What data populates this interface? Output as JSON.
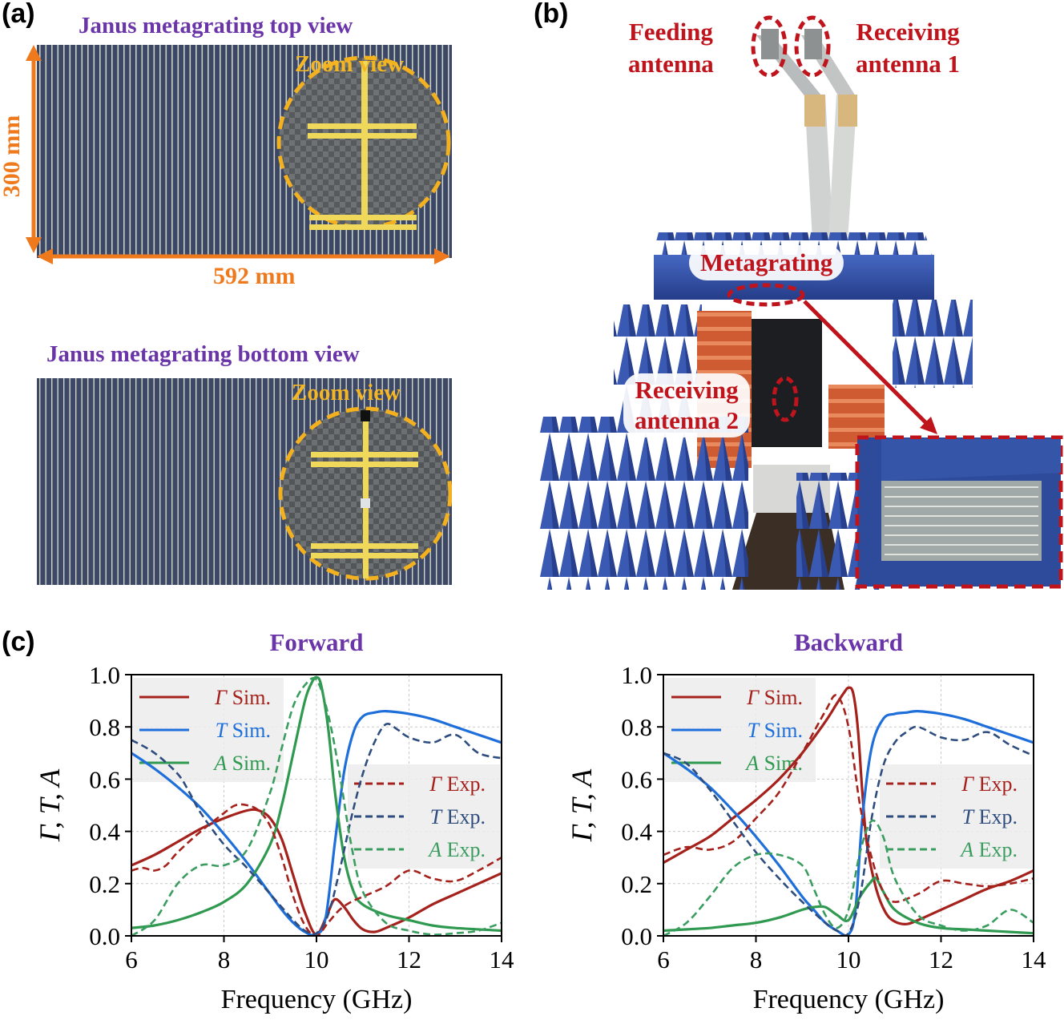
{
  "panel_labels": {
    "a": "(a)",
    "b": "(b)",
    "c": "(c)"
  },
  "panel_a": {
    "top_title": "Janus metagrating top view",
    "bottom_title": "Janus metagrating bottom view",
    "zoom_label": "Zoom view",
    "height_label": "300 mm",
    "width_label": "592 mm",
    "colors": {
      "substrate": "#3d4a66",
      "strip": "#d8dccd",
      "gold": "#efd85a",
      "zoom_ring": "#f4b11f",
      "dimension": "#ef7a1e"
    }
  },
  "panel_b": {
    "feeding_antenna": [
      "Feeding",
      "antenna"
    ],
    "receiving_antenna_1": [
      "Receiving",
      "antenna 1"
    ],
    "metagrating": "Metagrating",
    "receiving_antenna_2": [
      "Receiving",
      "antenna 2"
    ],
    "colors": {
      "absorber": "#3552a6",
      "absorber_dark": "#22357a",
      "orange_absorber": "#d8653b",
      "marker": "#c0141d"
    }
  },
  "chart_data": [
    {
      "type": "line",
      "title": "Forward",
      "xlabel": "Frequency (GHz)",
      "ylabel": "Γ, T, A",
      "xlim": [
        6,
        14
      ],
      "ylim": [
        0,
        1
      ],
      "xticks": [
        6,
        8,
        10,
        12,
        14
      ],
      "yticks": [
        0.0,
        0.2,
        0.4,
        0.6,
        0.8,
        1.0
      ],
      "grid": true,
      "legend_sim": "top-left",
      "legend_exp": "right-middle",
      "series": [
        {
          "sym": "Γ",
          "tag": "Sim.",
          "color": "#a5211c",
          "dash": false,
          "x": [
            6,
            6.5,
            7,
            7.5,
            8,
            8.5,
            8.75,
            9,
            9.25,
            9.5,
            9.75,
            10,
            10.25,
            10.4,
            10.6,
            10.8,
            11,
            11.25,
            11.5,
            12,
            12.5,
            13,
            13.5,
            14
          ],
          "y": [
            0.27,
            0.31,
            0.36,
            0.41,
            0.45,
            0.48,
            0.48,
            0.45,
            0.37,
            0.23,
            0.09,
            0.005,
            0.09,
            0.14,
            0.11,
            0.06,
            0.025,
            0.015,
            0.03,
            0.07,
            0.12,
            0.16,
            0.2,
            0.24
          ]
        },
        {
          "sym": "T",
          "tag": "Sim.",
          "color": "#1f6fdb",
          "dash": false,
          "x": [
            6,
            6.5,
            7,
            7.5,
            8,
            8.5,
            9,
            9.25,
            9.5,
            9.75,
            10,
            10.2,
            10.4,
            10.6,
            10.8,
            11,
            11.25,
            11.5,
            12,
            12.5,
            13,
            13.5,
            14
          ],
          "y": [
            0.7,
            0.64,
            0.57,
            0.49,
            0.39,
            0.28,
            0.16,
            0.1,
            0.05,
            0.015,
            0.005,
            0.07,
            0.36,
            0.63,
            0.78,
            0.84,
            0.855,
            0.86,
            0.85,
            0.83,
            0.8,
            0.77,
            0.74
          ]
        },
        {
          "sym": "A",
          "tag": "Sim.",
          "color": "#2f9950",
          "dash": false,
          "x": [
            6,
            6.5,
            7,
            7.5,
            8,
            8.5,
            9,
            9.25,
            9.5,
            9.75,
            9.9,
            10,
            10.1,
            10.25,
            10.4,
            10.6,
            10.8,
            11,
            11.5,
            12,
            12.5,
            13,
            14
          ],
          "y": [
            0.03,
            0.04,
            0.06,
            0.09,
            0.13,
            0.2,
            0.35,
            0.5,
            0.7,
            0.9,
            0.97,
            0.99,
            0.96,
            0.8,
            0.55,
            0.3,
            0.17,
            0.12,
            0.08,
            0.06,
            0.04,
            0.03,
            0.02
          ]
        },
        {
          "sym": "Γ",
          "tag": "Exp.",
          "color": "#a5211c",
          "dash": true,
          "x": [
            6,
            6.25,
            6.5,
            6.75,
            7,
            7.5,
            8,
            8.25,
            8.5,
            8.75,
            9,
            9.25,
            9.5,
            9.75,
            10,
            10.25,
            10.5,
            10.75,
            11,
            11.5,
            12,
            12.5,
            13,
            13.5,
            14
          ],
          "y": [
            0.25,
            0.26,
            0.25,
            0.27,
            0.32,
            0.4,
            0.47,
            0.5,
            0.5,
            0.48,
            0.42,
            0.3,
            0.15,
            0.04,
            0.0,
            0.05,
            0.1,
            0.13,
            0.15,
            0.19,
            0.25,
            0.22,
            0.21,
            0.25,
            0.3
          ]
        },
        {
          "sym": "T",
          "tag": "Exp.",
          "color": "#2e4d7e",
          "dash": true,
          "x": [
            6,
            6.5,
            7,
            7.25,
            7.5,
            8,
            8.5,
            9,
            9.5,
            9.75,
            10,
            10.25,
            10.5,
            10.75,
            11,
            11.25,
            11.5,
            11.75,
            12,
            12.5,
            13,
            13.5,
            14
          ],
          "y": [
            0.75,
            0.7,
            0.62,
            0.55,
            0.47,
            0.35,
            0.26,
            0.16,
            0.06,
            0.02,
            0.01,
            0.08,
            0.25,
            0.45,
            0.62,
            0.74,
            0.81,
            0.79,
            0.76,
            0.74,
            0.77,
            0.7,
            0.68
          ]
        },
        {
          "sym": "A",
          "tag": "Exp.",
          "color": "#3a9d5f",
          "dash": true,
          "x": [
            6,
            6.5,
            7,
            7.5,
            8,
            8.5,
            9,
            9.25,
            9.5,
            9.75,
            10,
            10.25,
            10.5,
            10.75,
            11,
            11.5,
            12,
            12.5,
            13,
            13.5,
            14
          ],
          "y": [
            0.0,
            0.06,
            0.2,
            0.27,
            0.27,
            0.33,
            0.55,
            0.72,
            0.88,
            0.96,
            0.98,
            0.85,
            0.62,
            0.35,
            0.17,
            0.05,
            0.02,
            0.005,
            0.01,
            0.02,
            0.05
          ]
        }
      ]
    },
    {
      "type": "line",
      "title": "Backward",
      "xlabel": "Frequency (GHz)",
      "ylabel": "Γ, T, A",
      "xlim": [
        6,
        14
      ],
      "ylim": [
        0,
        1
      ],
      "xticks": [
        6,
        8,
        10,
        12,
        14
      ],
      "yticks": [
        0.0,
        0.2,
        0.4,
        0.6,
        0.8,
        1.0
      ],
      "grid": true,
      "legend_sim": "top-left",
      "legend_exp": "right-middle",
      "series": [
        {
          "sym": "Γ",
          "tag": "Sim.",
          "color": "#a5211c",
          "dash": false,
          "x": [
            6,
            6.5,
            7,
            7.5,
            8,
            8.5,
            9,
            9.5,
            9.75,
            9.9,
            10,
            10.1,
            10.2,
            10.3,
            10.4,
            10.6,
            10.8,
            11,
            11.25,
            11.5,
            12,
            12.5,
            13,
            13.5,
            14
          ],
          "y": [
            0.28,
            0.33,
            0.38,
            0.45,
            0.52,
            0.6,
            0.7,
            0.82,
            0.89,
            0.93,
            0.95,
            0.93,
            0.8,
            0.55,
            0.35,
            0.18,
            0.09,
            0.055,
            0.045,
            0.06,
            0.1,
            0.14,
            0.18,
            0.21,
            0.25
          ]
        },
        {
          "sym": "T",
          "tag": "Sim.",
          "color": "#1f6fdb",
          "dash": false,
          "x": [
            6,
            6.5,
            7,
            7.5,
            8,
            8.5,
            9,
            9.25,
            9.5,
            9.75,
            10,
            10.15,
            10.3,
            10.5,
            10.75,
            11,
            11.25,
            11.5,
            12,
            12.5,
            13,
            13.5,
            14
          ],
          "y": [
            0.7,
            0.64,
            0.57,
            0.48,
            0.38,
            0.27,
            0.15,
            0.1,
            0.05,
            0.02,
            0.005,
            0.1,
            0.45,
            0.72,
            0.83,
            0.85,
            0.855,
            0.86,
            0.85,
            0.83,
            0.8,
            0.77,
            0.74
          ]
        },
        {
          "sym": "A",
          "tag": "Sim.",
          "color": "#2f9950",
          "dash": false,
          "x": [
            6,
            6.5,
            7,
            7.5,
            8,
            8.5,
            9,
            9.25,
            9.5,
            9.75,
            10,
            10.25,
            10.5,
            10.6,
            10.75,
            11,
            11.5,
            12,
            12.5,
            13,
            13.5,
            14
          ],
          "y": [
            0.02,
            0.025,
            0.03,
            0.04,
            0.05,
            0.07,
            0.1,
            0.11,
            0.11,
            0.08,
            0.06,
            0.15,
            0.21,
            0.22,
            0.17,
            0.1,
            0.05,
            0.03,
            0.025,
            0.02,
            0.015,
            0.01
          ]
        },
        {
          "sym": "Γ",
          "tag": "Exp.",
          "color": "#a5211c",
          "dash": true,
          "x": [
            6,
            6.5,
            7,
            7.5,
            8,
            8.5,
            9,
            9.5,
            9.75,
            10,
            10.25,
            10.5,
            10.75,
            11,
            11.5,
            12,
            12.5,
            13,
            13.5,
            14
          ],
          "y": [
            0.31,
            0.34,
            0.33,
            0.36,
            0.45,
            0.55,
            0.7,
            0.86,
            0.92,
            0.8,
            0.5,
            0.3,
            0.17,
            0.13,
            0.16,
            0.21,
            0.2,
            0.19,
            0.2,
            0.22
          ]
        },
        {
          "sym": "T",
          "tag": "Exp.",
          "color": "#2e4d7e",
          "dash": true,
          "x": [
            6,
            6.5,
            7,
            7.5,
            8,
            8.5,
            9,
            9.5,
            9.75,
            10,
            10.25,
            10.5,
            10.75,
            11,
            11.25,
            11.5,
            12,
            12.5,
            13,
            13.5,
            14
          ],
          "y": [
            0.7,
            0.66,
            0.56,
            0.44,
            0.32,
            0.22,
            0.13,
            0.05,
            0.02,
            0.01,
            0.15,
            0.45,
            0.65,
            0.74,
            0.78,
            0.8,
            0.76,
            0.75,
            0.78,
            0.73,
            0.69
          ]
        },
        {
          "sym": "A",
          "tag": "Exp.",
          "color": "#3a9d5f",
          "dash": true,
          "x": [
            6,
            6.5,
            7,
            7.5,
            8,
            8.5,
            9,
            9.25,
            9.5,
            9.75,
            10,
            10.25,
            10.5,
            10.75,
            11,
            11.5,
            12,
            12.5,
            13,
            13.5,
            14
          ],
          "y": [
            0.0,
            0.05,
            0.15,
            0.26,
            0.31,
            0.31,
            0.27,
            0.18,
            0.08,
            0.03,
            0.1,
            0.32,
            0.44,
            0.38,
            0.22,
            0.08,
            0.04,
            0.02,
            0.04,
            0.1,
            0.05
          ]
        }
      ]
    }
  ]
}
